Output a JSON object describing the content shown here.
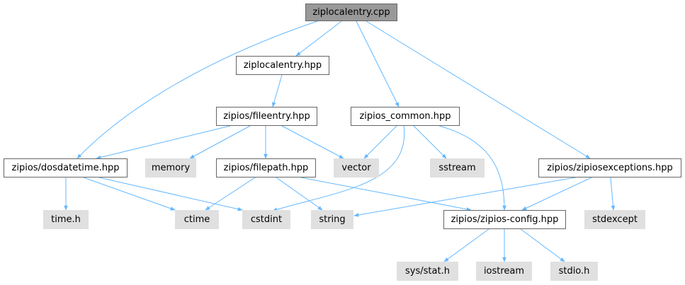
{
  "colors": {
    "edge": "#63b8ff",
    "root_fill": "#999999",
    "file_fill": "#ffffff",
    "system_fill": "#e0e0e0",
    "border": "#666666"
  },
  "nodes": {
    "ziplocalentry_cpp": "ziplocalentry.cpp",
    "ziplocalentry_hpp": "ziplocalentry.hpp",
    "fileentry_hpp": "zipios/fileentry.hpp",
    "zipios_common_hpp": "zipios_common.hpp",
    "dosdatetime_hpp": "zipios/dosdatetime.hpp",
    "memory": "memory",
    "filepath_hpp": "zipios/filepath.hpp",
    "vector": "vector",
    "sstream": "sstream",
    "zipiosexceptions_hpp": "zipios/zipiosexceptions.hpp",
    "time_h": "time.h",
    "ctime": "ctime",
    "cstdint": "cstdint",
    "string": "string",
    "zipios_config_hpp": "zipios/zipios-config.hpp",
    "stdexcept": "stdexcept",
    "sys_stat_h": "sys/stat.h",
    "iostream": "iostream",
    "stdio_h": "stdio.h"
  }
}
